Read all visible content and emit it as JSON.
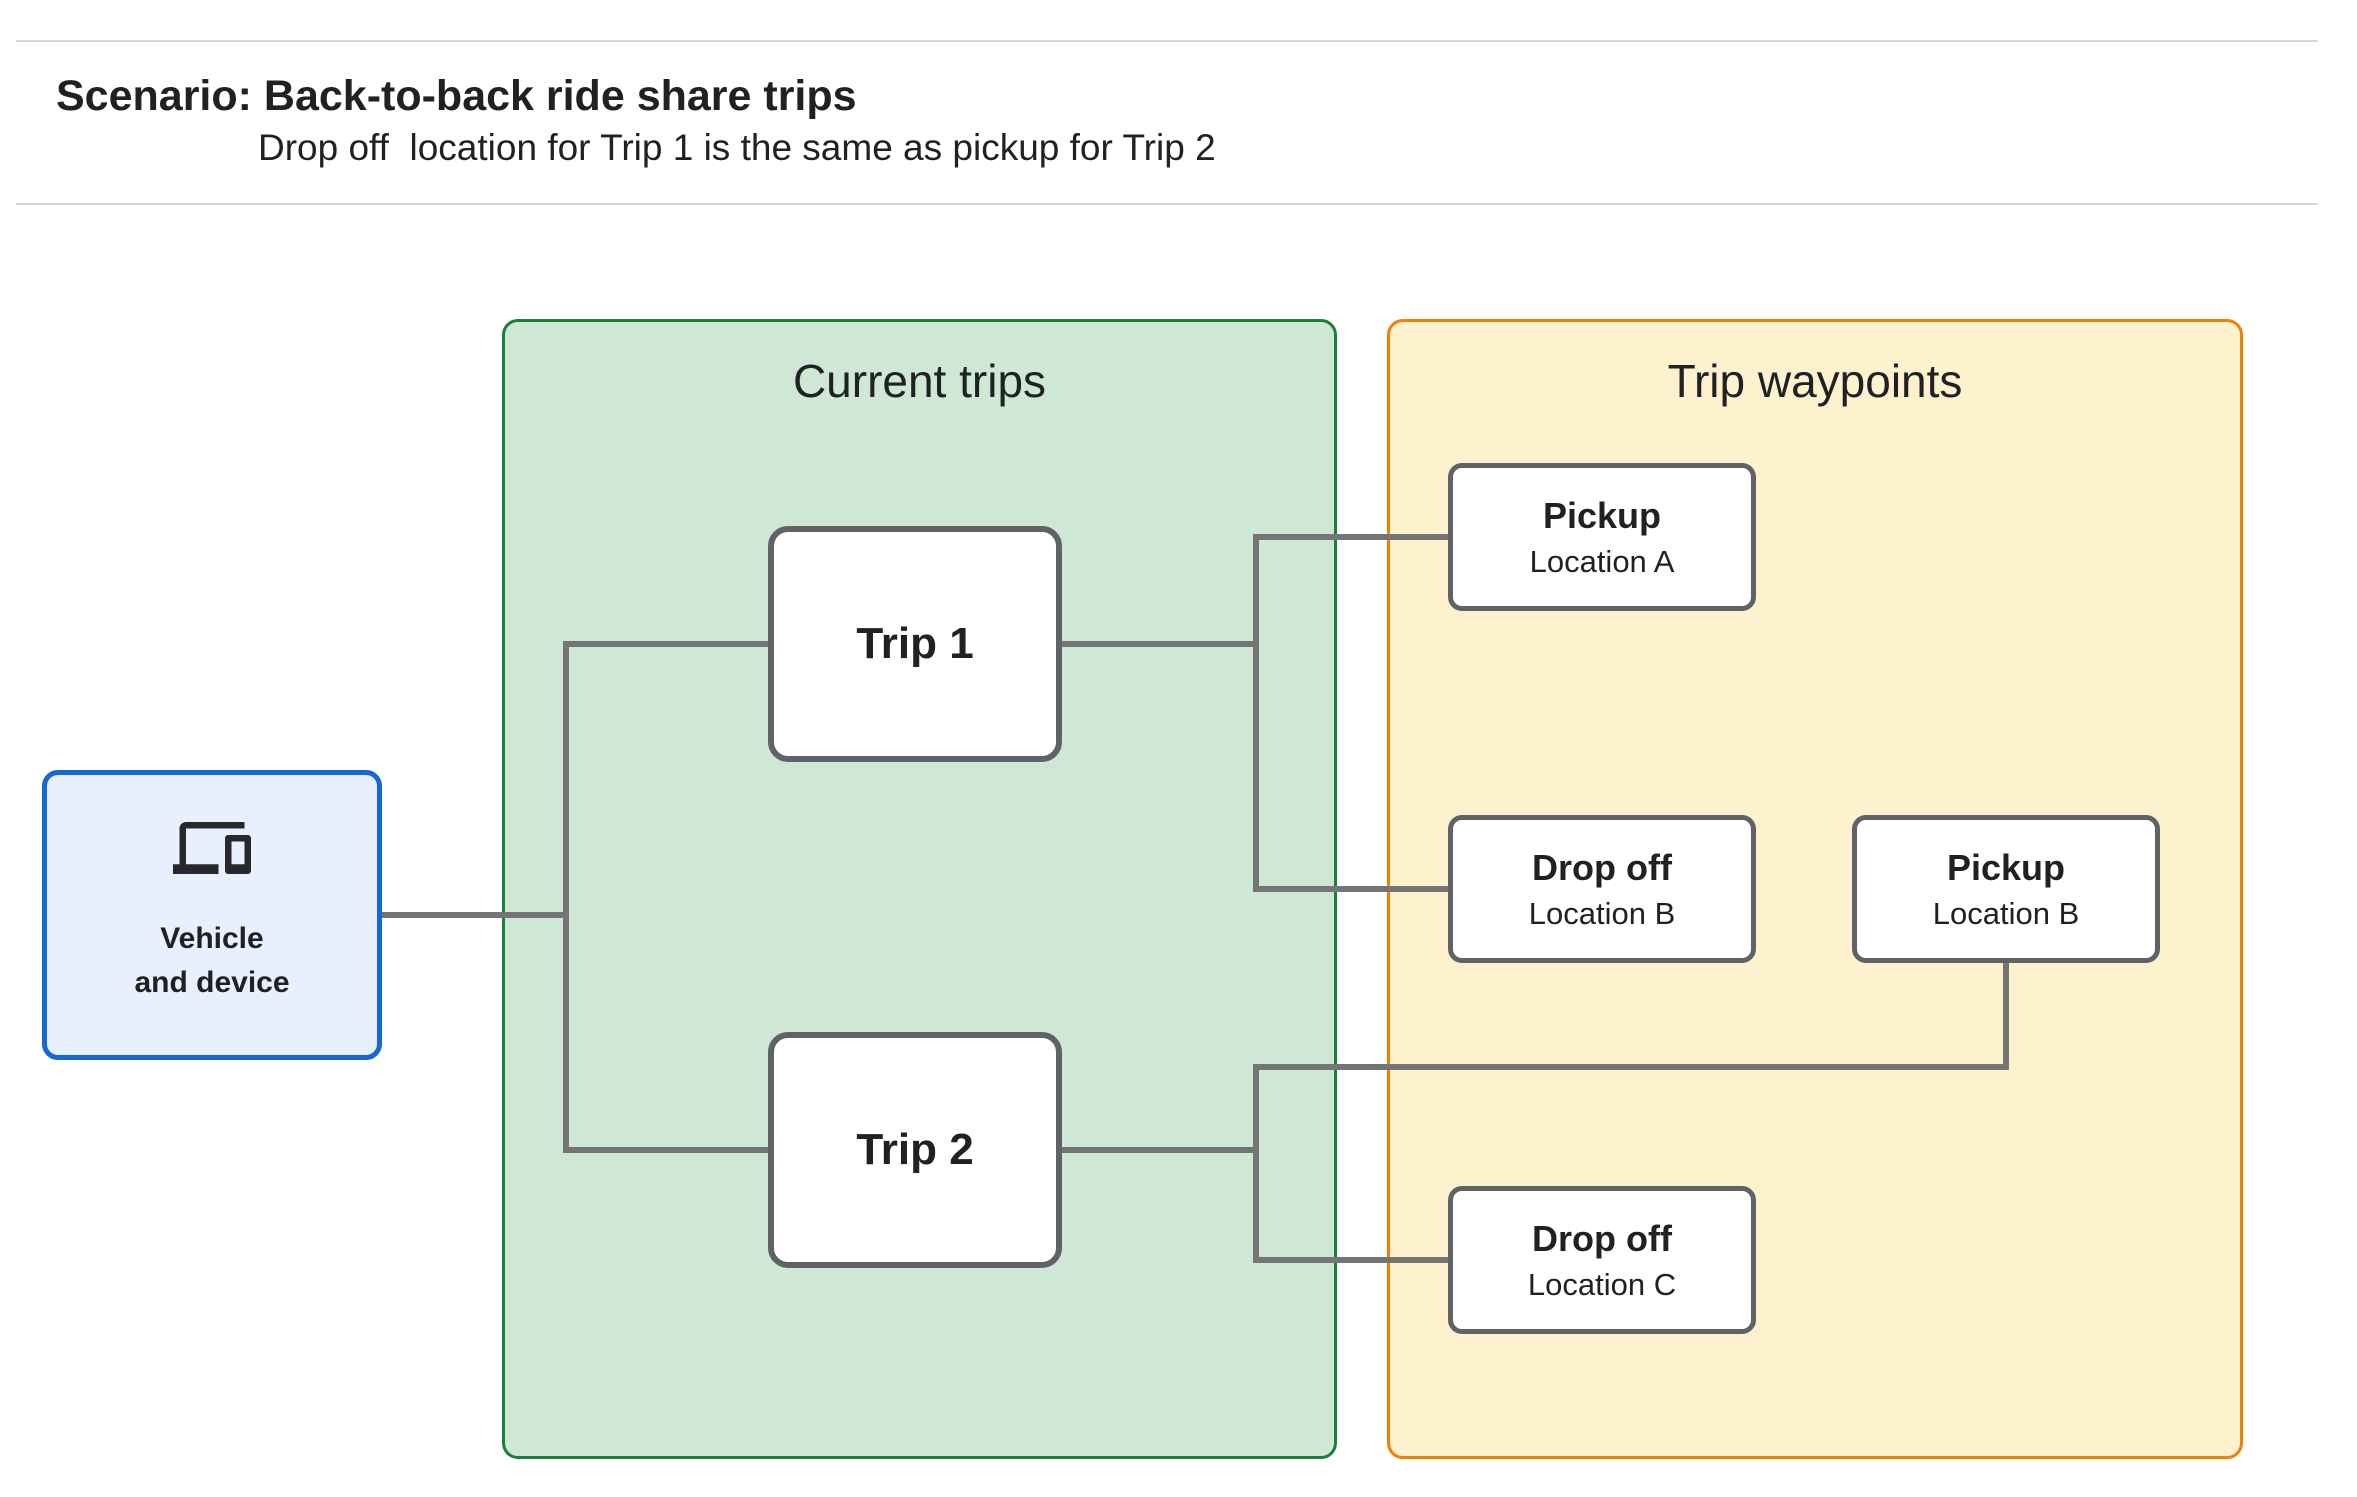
{
  "header": {
    "title": "Scenario: Back-to-back ride share trips",
    "subtitle": "Drop off  location for Trip 1 is the same as pickup for Trip 2"
  },
  "diagram": {
    "vehicle_node": {
      "icon": "devices-icon",
      "label_line1": "Vehicle",
      "label_line2": "and device"
    },
    "panels": [
      {
        "id": "current-trips",
        "title": "Current trips"
      },
      {
        "id": "trip-waypoints",
        "title": "Trip waypoints"
      }
    ],
    "trips": [
      {
        "label": "Trip 1"
      },
      {
        "label": "Trip 2"
      }
    ],
    "waypoints": [
      {
        "type": "Pickup",
        "location": "Location A"
      },
      {
        "type": "Drop off",
        "location": "Location B"
      },
      {
        "type": "Pickup",
        "location": "Location B"
      },
      {
        "type": "Drop off",
        "location": "Location C"
      }
    ],
    "colors": {
      "page_bg": "#ffffff",
      "rule": "#d6d6d6",
      "text": "#202124",
      "current_trips_fill": "#cfe8d6",
      "current_trips_border": "#188038",
      "waypoints_fill": "#fdf2cd",
      "waypoints_border": "#ed820a",
      "vehicle_fill": "#e8f0fe",
      "vehicle_border": "#1967d2",
      "node_fill": "#ffffff",
      "node_border": "#5f6368",
      "connector": "#757575"
    }
  }
}
